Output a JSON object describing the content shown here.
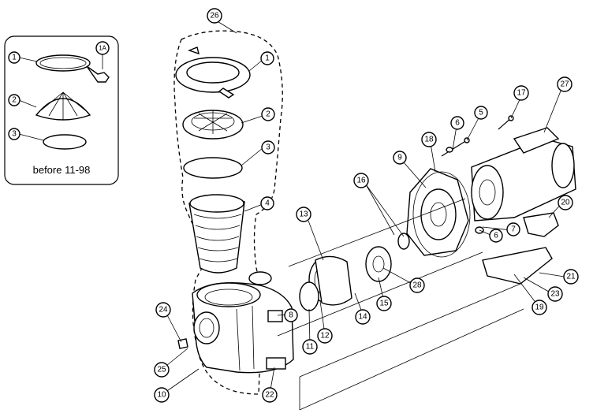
{
  "inset": {
    "caption": "before 11-98",
    "labels": [
      "1",
      "1A",
      "2",
      "3"
    ]
  },
  "callouts": {
    "c26": "26",
    "c1": "1",
    "c2": "2",
    "c3": "3",
    "c4": "4",
    "c13": "13",
    "c16": "16",
    "c9": "9",
    "c18": "18",
    "c6a": "6",
    "c5": "5",
    "c17": "17",
    "c27": "27",
    "c20": "20",
    "c7": "7",
    "c6b": "6",
    "c21": "21",
    "c23": "23",
    "c19": "19",
    "c28": "28",
    "c15": "15",
    "c14": "14",
    "c12": "12",
    "c11": "11",
    "c8": "8",
    "c24": "24",
    "c25": "25",
    "c10": "10",
    "c22": "22"
  }
}
